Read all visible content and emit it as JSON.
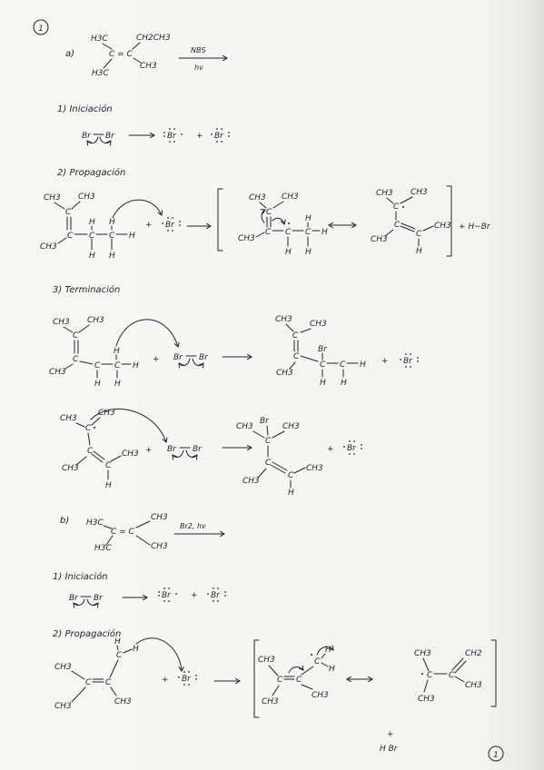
{
  "page": {
    "marker_top": "1",
    "marker_bottom": "1"
  },
  "part_a": {
    "label": "a)",
    "reactant": [
      "H3C",
      "CH2CH3",
      "C = C",
      "H3C",
      "CH3"
    ],
    "reagents": {
      "above": "NBS",
      "below": "hν"
    },
    "initiation": {
      "heading": "1) Iniciación",
      "reactant": [
        "Br",
        "Br"
      ],
      "products": [
        "Br",
        "+",
        "Br"
      ]
    },
    "propagation": {
      "heading": "2) Propagación",
      "substrate": [
        "CH3",
        "CH3",
        "C",
        "C",
        "CH3",
        "C",
        "C",
        "H",
        "H",
        "H",
        "H",
        "H"
      ],
      "attack": [
        "+",
        "Br"
      ],
      "resonance_1": [
        "CH3",
        "CH3",
        "C",
        "CH3",
        "C",
        "C",
        "C",
        "H",
        "H",
        "H",
        "H"
      ],
      "resonance_2": [
        "CH3",
        "CH3",
        "C",
        "CH3",
        "C",
        "C",
        "CH3",
        "H"
      ],
      "byproduct": "+ H−Br"
    },
    "termination": {
      "heading": "3) Terminación",
      "radical_1": [
        "CH3",
        "CH3",
        "C",
        "C",
        "CH3",
        "C",
        "C",
        "H",
        "H",
        "H",
        "H"
      ],
      "bromine_1": [
        "+",
        "Br",
        "Br"
      ],
      "product_1": [
        "CH3",
        "CH3",
        "C",
        "C",
        "CH3",
        "Br",
        "C",
        "C",
        "H",
        "H",
        "H"
      ],
      "plus_radical_1": [
        "+",
        "Br"
      ],
      "radical_2": [
        "CH3",
        "CH3",
        "C",
        "C",
        "CH3",
        "C",
        "CH3",
        "H"
      ],
      "bromine_2": [
        "+",
        "Br",
        "Br"
      ],
      "product_2": [
        "CH3",
        "Br",
        "CH3",
        "C",
        "C",
        "CH3",
        "C",
        "CH3",
        "H"
      ],
      "plus_radical_2": [
        "+",
        "Br"
      ]
    }
  },
  "part_b": {
    "label": "b)",
    "reactant": [
      "H3C",
      "C = C",
      "CH3",
      "H3C",
      "CH3"
    ],
    "reagents": "Br2, hν",
    "initiation": {
      "heading": "1) Iniciación",
      "reactant": [
        "Br",
        "Br"
      ],
      "products": [
        "Br",
        "+",
        "Br"
      ]
    },
    "propagation": {
      "heading": "2) Propagación",
      "substrate": [
        "H",
        "C",
        "H",
        "CH3",
        "C",
        "C",
        "CH3",
        "CH3"
      ],
      "attack": [
        "+",
        "Br"
      ],
      "resonance_1": [
        "CH3",
        "C",
        "C",
        "C",
        "H",
        "H",
        "CH3",
        "CH3"
      ],
      "resonance_2": [
        "CH3",
        "C",
        "C",
        "CH2",
        "CH3",
        "CH3"
      ],
      "byproduct": [
        "+",
        "H Br"
      ]
    }
  }
}
